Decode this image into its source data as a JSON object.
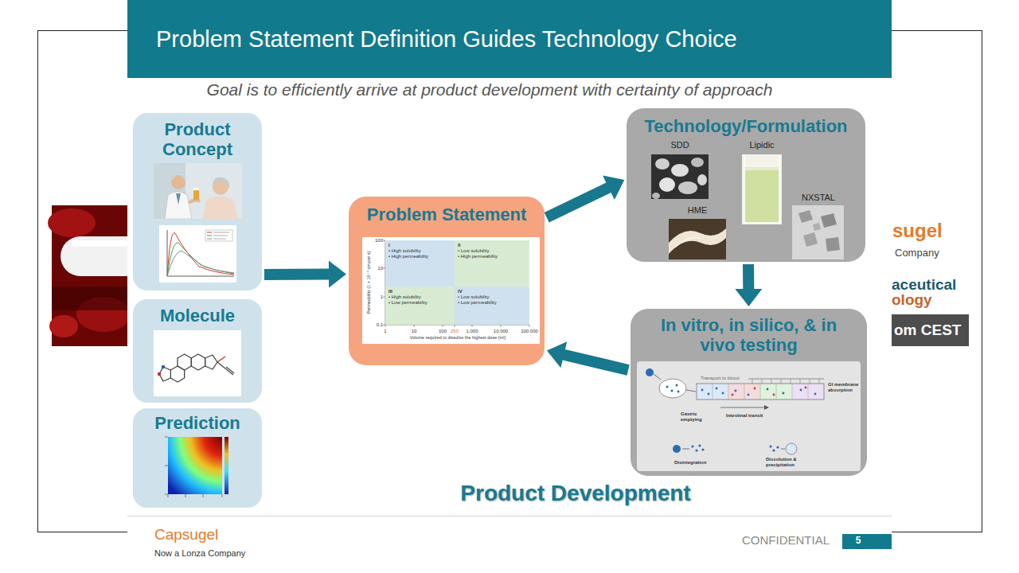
{
  "diagram": {
    "title": "Problem Statement Definition Guides Technology Choice",
    "caption": "Goal is to efficiently arrive at product development with certainty of approach",
    "nodes": [
      {
        "text": [
          "Product Concept"
        ]
      },
      {
        "text": [
          "Molecule"
        ]
      },
      {
        "text": [
          "Prediction"
        ]
      },
      {
        "text": [
          "Problem Statement"
        ]
      },
      {
        "text": [
          "I",
          "• High solubility",
          "• High permeability"
        ],
        "in": 3
      },
      {
        "text": [
          "II",
          "• Low solubility",
          "• High permeability"
        ],
        "in": 3
      },
      {
        "text": [
          "III",
          "• High solubility",
          "• Low permeability"
        ],
        "in": 3
      },
      {
        "text": [
          "IV",
          "• Low solubility",
          "• Low permeability"
        ],
        "in": 3
      },
      {
        "text": [
          "Technology/Formulation",
          "SDD",
          "Lipidic",
          "HME",
          "NXSTAL"
        ]
      },
      {
        "text": [
          "In vitro, in silico, & in vivo testing",
          "Transport to blood",
          "GI membrane absorption",
          "Gastric emptying",
          "Intestinal transit",
          "Disintegration",
          "Dissolution & precipitation"
        ]
      }
    ],
    "edges": [
      {
        "from": 0,
        "to": 3,
        "arrow": "to"
      },
      {
        "from": 3,
        "to": 8,
        "arrow": "to"
      },
      {
        "from": 8,
        "to": 9,
        "arrow": "to"
      },
      {
        "from": 9,
        "to": 3,
        "arrow": "to"
      }
    ],
    "labels": [
      "Permeability (1 × 10⁻⁴ cm per s)",
      "100",
      "10",
      "1",
      "0.1",
      "1",
      "10",
      "100",
      "250",
      "1,000",
      "10,000",
      "100,000",
      "Volume required to dissolve the highest dose (ml)",
      "Product Development",
      "sugel",
      "Company",
      "aceutical",
      "ology",
      "om CEST",
      "Capsugel",
      "Now a Lonza Company",
      "CONFIDENTIAL",
      "5"
    ]
  }
}
